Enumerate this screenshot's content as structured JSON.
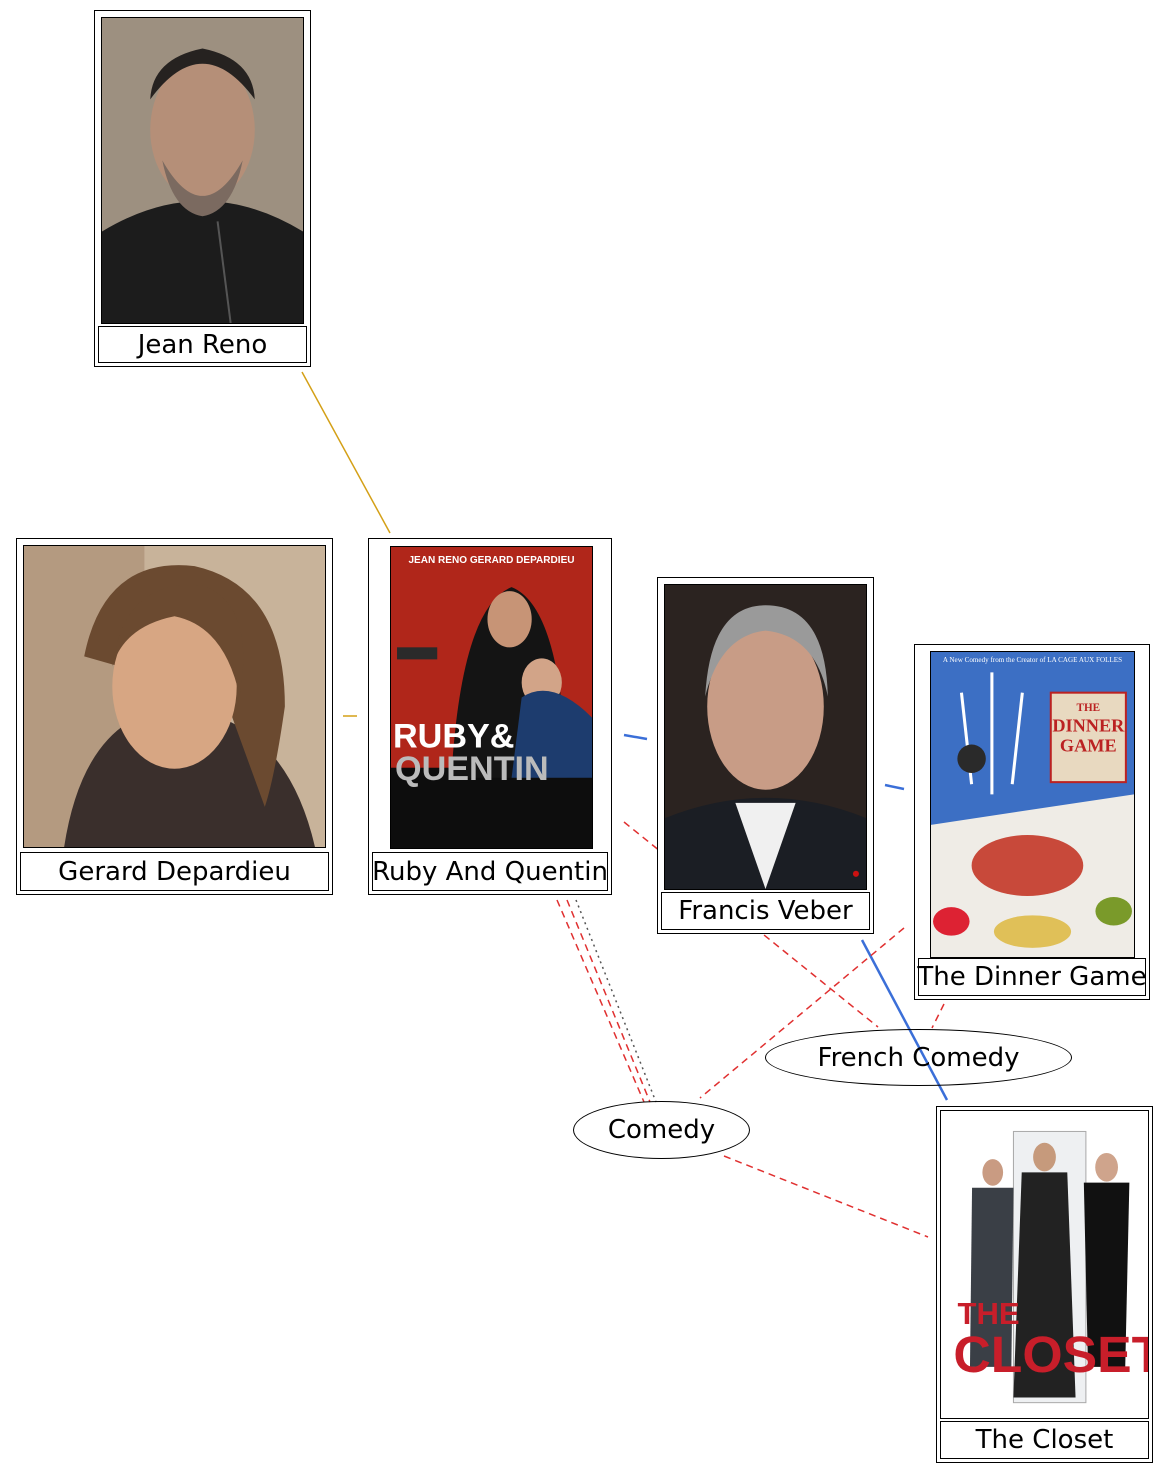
{
  "nodes": {
    "jean_reno": {
      "label": "Jean Reno"
    },
    "gerard_depardieu": {
      "label": "Gerard Depardieu"
    },
    "ruby_and_quentin": {
      "label": "Ruby And Quentin",
      "poster_text": [
        "JEAN RENO   GERARD DEPARDIEU",
        "RUBY&",
        "QUENTIN"
      ]
    },
    "francis_veber": {
      "label": "Francis Veber"
    },
    "the_dinner_game": {
      "label": "The Dinner Game",
      "poster_text": [
        "A New Comedy from the Creator of LA CAGE AUX FOLLES",
        "THE",
        "DINNER",
        "GAME"
      ]
    },
    "the_closet": {
      "label": "The Closet",
      "poster_text": [
        "THE",
        "CLOSET"
      ]
    },
    "french_comedy": {
      "label": "French Comedy"
    },
    "comedy": {
      "label": "Comedy"
    }
  },
  "edge_colors": {
    "orange": "#d4a017",
    "blue": "#3b6fd8",
    "red_dashed": "#e03030",
    "gray_dotted": "#555555"
  }
}
